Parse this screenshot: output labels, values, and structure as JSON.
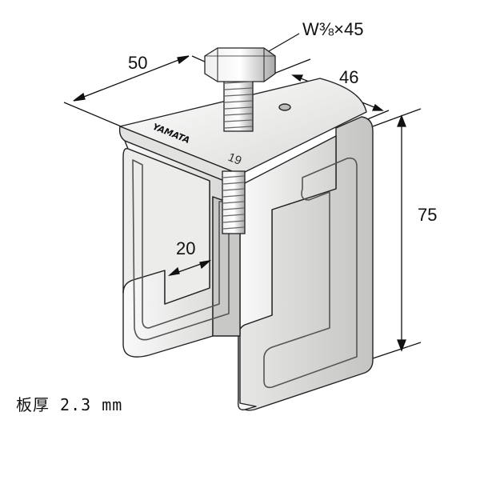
{
  "bolt_spec": "W⅜×45",
  "dimensions": {
    "width": "50",
    "depth": "46",
    "height": "75",
    "jaw_gap": "20"
  },
  "brand_mark": "YAMATA",
  "model_code": "19",
  "thickness_note": "板厚 2.3 mm",
  "colors": {
    "metal_light": "#f2f2f0",
    "metal_mid": "#dcdcda",
    "metal_dark": "#b8b8b6",
    "outline": "#222222"
  }
}
